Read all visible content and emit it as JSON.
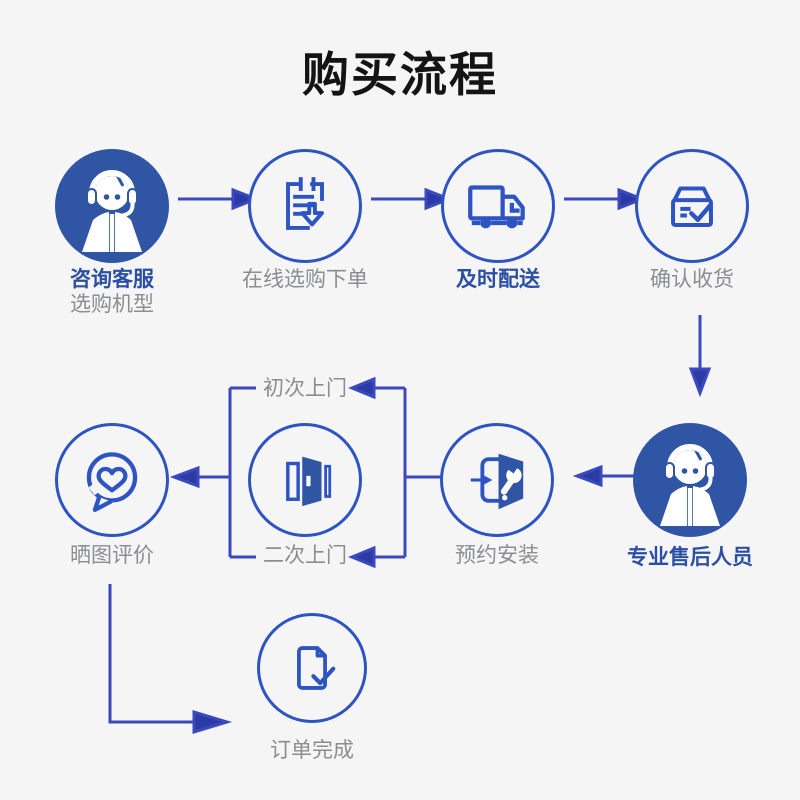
{
  "title": "购买流程",
  "steps": {
    "consult": {
      "label": "咨询客服",
      "sublabel": "选购机型",
      "emphasized": true,
      "icon": "headset-agent-icon"
    },
    "online_order": {
      "label": "在线选购下单",
      "emphasized": false,
      "icon": "order-list-download-icon"
    },
    "delivery": {
      "label": "及时配送",
      "emphasized": true,
      "icon": "delivery-truck-icon"
    },
    "confirm_receipt": {
      "label": "确认收货",
      "emphasized": false,
      "icon": "parcel-check-icon"
    },
    "aftersales": {
      "label": "专业售后人员",
      "emphasized": true,
      "icon": "headset-agent-icon"
    },
    "install": {
      "label": "预约安装",
      "emphasized": false,
      "icon": "door-wrench-icon"
    },
    "first_visit": {
      "label": "初次上门"
    },
    "second_visit": {
      "label": "二次上门"
    },
    "review": {
      "label": "晒图评价",
      "emphasized": false,
      "icon": "heart-chat-bubble-icon"
    },
    "complete": {
      "label": "订单完成",
      "emphasized": false,
      "icon": "document-check-icon"
    }
  },
  "edges": [
    "咨询客服 → 在线选购下单",
    "在线选购下单 → 及时配送",
    "及时配送 → 确认收货",
    "确认收货 → 专业售后人员",
    "专业售后人员 → 预约安装",
    "预约安装 → 初次上门",
    "预约安装 → 二次上门",
    "初次上门/二次上门 → 晒图评价",
    "晒图评价 → 订单完成"
  ],
  "colors": {
    "background": "#f5f5f6",
    "filled_circle": "#2f55a4",
    "circle_outline": "#2d54c2",
    "arrow": "#3243b0",
    "emphasis_text": "#2b4fa3",
    "muted_text": "#8b8d90",
    "title_text": "#141414"
  }
}
